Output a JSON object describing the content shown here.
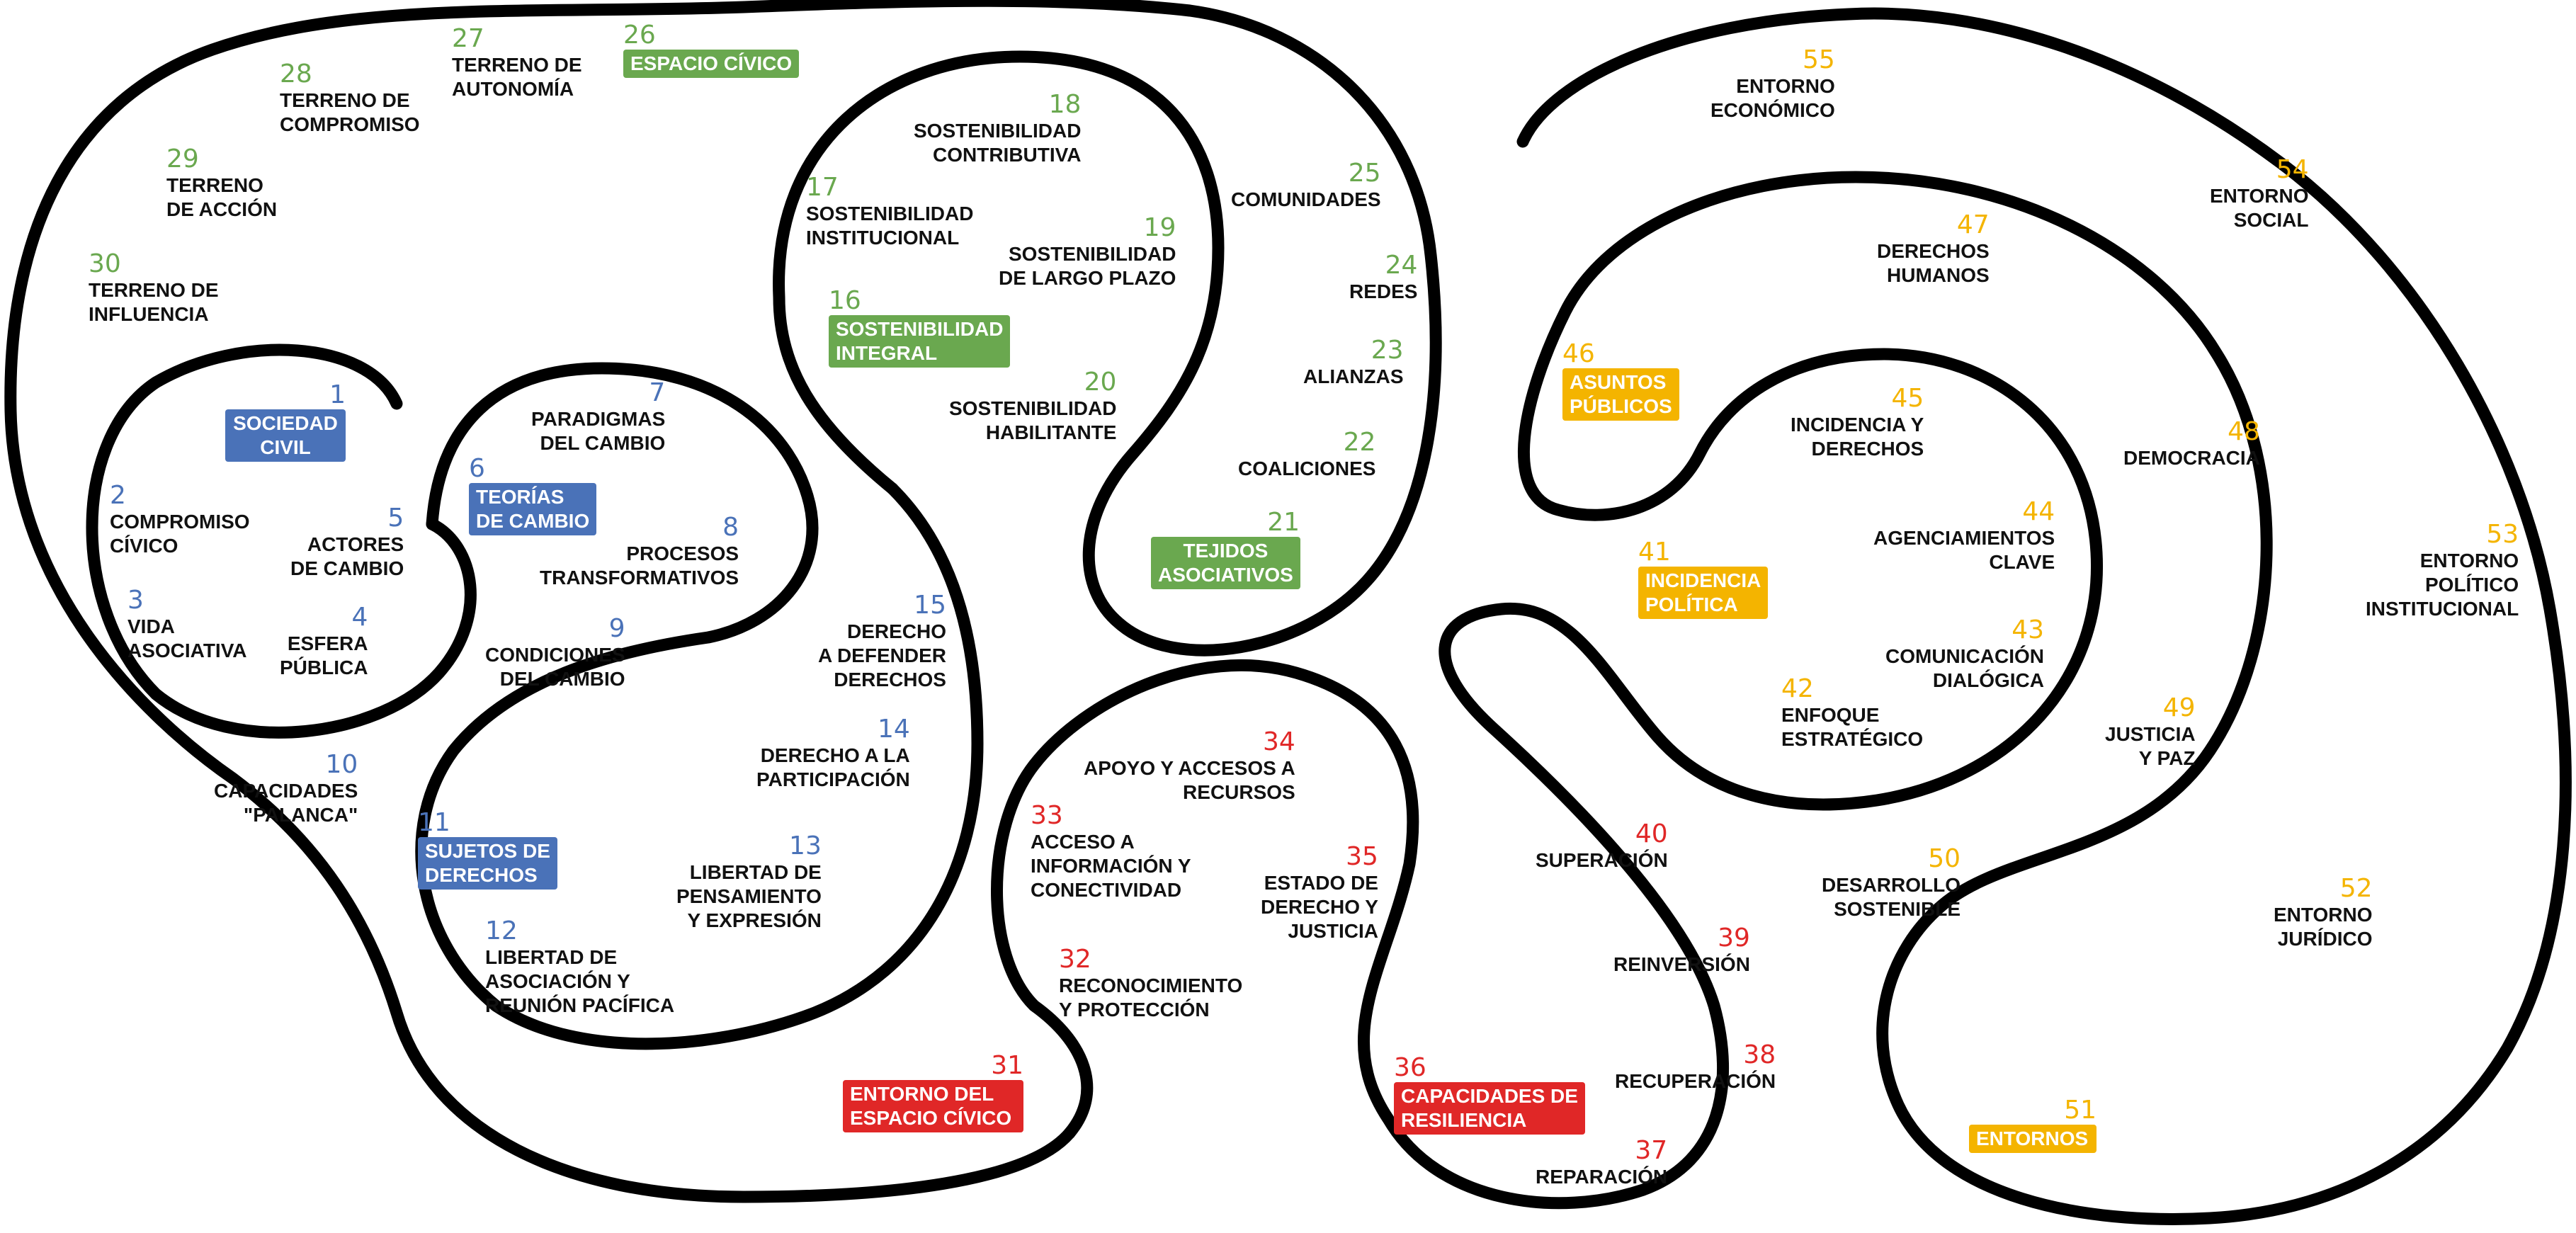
{
  "colors": {
    "green": "#6aa84f",
    "blue": "#4a72b8",
    "red": "#e02727",
    "yellow": "#f4b400",
    "line": "#000000"
  },
  "nodes": [
    {
      "id": "1",
      "label": "Sociedad\nCivil",
      "color": "blue",
      "boxed": true
    },
    {
      "id": "2",
      "label": "Compromiso\nCívico",
      "color": "blue"
    },
    {
      "id": "3",
      "label": "Vida\nAsociativa",
      "color": "blue"
    },
    {
      "id": "4",
      "label": "Esfera\nPública",
      "color": "blue"
    },
    {
      "id": "5",
      "label": "Actores\nde Cambio",
      "color": "blue"
    },
    {
      "id": "6",
      "label": "Teorías\nde Cambio",
      "color": "blue",
      "boxed": true
    },
    {
      "id": "7",
      "label": "Paradigmas\ndel Cambio",
      "color": "blue"
    },
    {
      "id": "8",
      "label": "Procesos\nTransformativos",
      "color": "blue"
    },
    {
      "id": "9",
      "label": "Condiciones\ndel Cambio",
      "color": "blue"
    },
    {
      "id": "10",
      "label": "Capacidades\n\"Palanca\"",
      "color": "blue"
    },
    {
      "id": "11",
      "label": "Sujetos de\nDerechos",
      "color": "blue",
      "boxed": true
    },
    {
      "id": "12",
      "label": "Libertad de\nAsociación y\nReunión Pacífica",
      "color": "blue"
    },
    {
      "id": "13",
      "label": "Libertad de\nPensamiento\ny Expresión",
      "color": "blue"
    },
    {
      "id": "14",
      "label": "Derecho a la\nParticipación",
      "color": "blue"
    },
    {
      "id": "15",
      "label": "Derecho\na Defender\nDerechos",
      "color": "blue"
    },
    {
      "id": "16",
      "label": "Sostenibilidad\nIntegral",
      "color": "green",
      "boxed": true
    },
    {
      "id": "17",
      "label": "Sostenibilidad\nInstitucional",
      "color": "green"
    },
    {
      "id": "18",
      "label": "Sostenibilidad\nContributiva",
      "color": "green"
    },
    {
      "id": "19",
      "label": "Sostenibilidad\nde Largo Plazo",
      "color": "green"
    },
    {
      "id": "20",
      "label": "Sostenibilidad\nHabilitante",
      "color": "green"
    },
    {
      "id": "21",
      "label": "Tejidos\nAsociativos",
      "color": "green",
      "boxed": true
    },
    {
      "id": "22",
      "label": "Coaliciones",
      "color": "green"
    },
    {
      "id": "23",
      "label": "Alianzas",
      "color": "green"
    },
    {
      "id": "24",
      "label": "Redes",
      "color": "green"
    },
    {
      "id": "25",
      "label": "Comunidades",
      "color": "green"
    },
    {
      "id": "26",
      "label": "Espacio Cívico",
      "color": "green",
      "boxed": true
    },
    {
      "id": "27",
      "label": "Terreno de\nAutonomía",
      "color": "green"
    },
    {
      "id": "28",
      "label": "Terreno de\nCompromiso",
      "color": "green"
    },
    {
      "id": "29",
      "label": "Terreno\nde Acción",
      "color": "green"
    },
    {
      "id": "30",
      "label": "Terreno de\nInfluencia",
      "color": "green"
    },
    {
      "id": "31",
      "label": "Entorno del\nEspacio Cívico",
      "color": "red",
      "boxed": true
    },
    {
      "id": "32",
      "label": "Reconocimiento\ny Protección",
      "color": "red"
    },
    {
      "id": "33",
      "label": "Acceso a\nInformación y\nConectividad",
      "color": "red"
    },
    {
      "id": "34",
      "label": "Apoyo y Accesos a\nRecursos",
      "color": "red"
    },
    {
      "id": "35",
      "label": "Estado de\nDerecho y\nJusticia",
      "color": "red"
    },
    {
      "id": "36",
      "label": "Capacidades de\nResiliencia",
      "color": "red",
      "boxed": true
    },
    {
      "id": "37",
      "label": "Reparación",
      "color": "red"
    },
    {
      "id": "38",
      "label": "Recuperación",
      "color": "red"
    },
    {
      "id": "39",
      "label": "Reinversión",
      "color": "red"
    },
    {
      "id": "40",
      "label": "Superación",
      "color": "red"
    },
    {
      "id": "41",
      "label": "Incidencia\nPolítica",
      "color": "yellow",
      "boxed": true
    },
    {
      "id": "42",
      "label": "Enfoque\nEstratégico",
      "color": "yellow"
    },
    {
      "id": "43",
      "label": "Comunicación\nDialógica",
      "color": "yellow"
    },
    {
      "id": "44",
      "label": "Agenciamientos\nClave",
      "color": "yellow"
    },
    {
      "id": "45",
      "label": "Incidencia y\nDerechos",
      "color": "yellow"
    },
    {
      "id": "46",
      "label": "Asuntos\nPúblicos",
      "color": "yellow",
      "boxed": true
    },
    {
      "id": "47",
      "label": "Derechos\nHumanos",
      "color": "yellow"
    },
    {
      "id": "48",
      "label": "Democracia",
      "color": "yellow"
    },
    {
      "id": "49",
      "label": "Justicia\ny Paz",
      "color": "yellow"
    },
    {
      "id": "50",
      "label": "Desarrollo\nSostenible",
      "color": "yellow"
    },
    {
      "id": "51",
      "label": "Entornos",
      "color": "yellow",
      "boxed": true
    },
    {
      "id": "52",
      "label": "Entorno\nJurídico",
      "color": "yellow"
    },
    {
      "id": "53",
      "label": "Entorno\nPolítico\nInstitucional",
      "color": "yellow"
    },
    {
      "id": "54",
      "label": "Entorno\nSocial",
      "color": "yellow"
    },
    {
      "id": "55",
      "label": "Entorno\nEconómico",
      "color": "yellow"
    }
  ]
}
